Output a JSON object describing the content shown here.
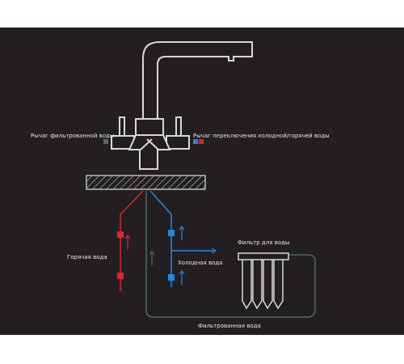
{
  "labels": {
    "filtered_lever": "Рычаг фильтрованной воды",
    "hot_cold_lever": "Рычаг переключения холодной/горячей воды",
    "hot_water": "Горячая вода",
    "cold_water": "Холодная вода",
    "water_filter": "Фильтр для воды",
    "filtered_water": "Фильтрованная вода"
  },
  "colors": {
    "background": "#231f20",
    "hot": "#e3242b",
    "cold": "#1e88e5",
    "filtered": "#4e6a66",
    "outline": "#d9d9d9"
  }
}
